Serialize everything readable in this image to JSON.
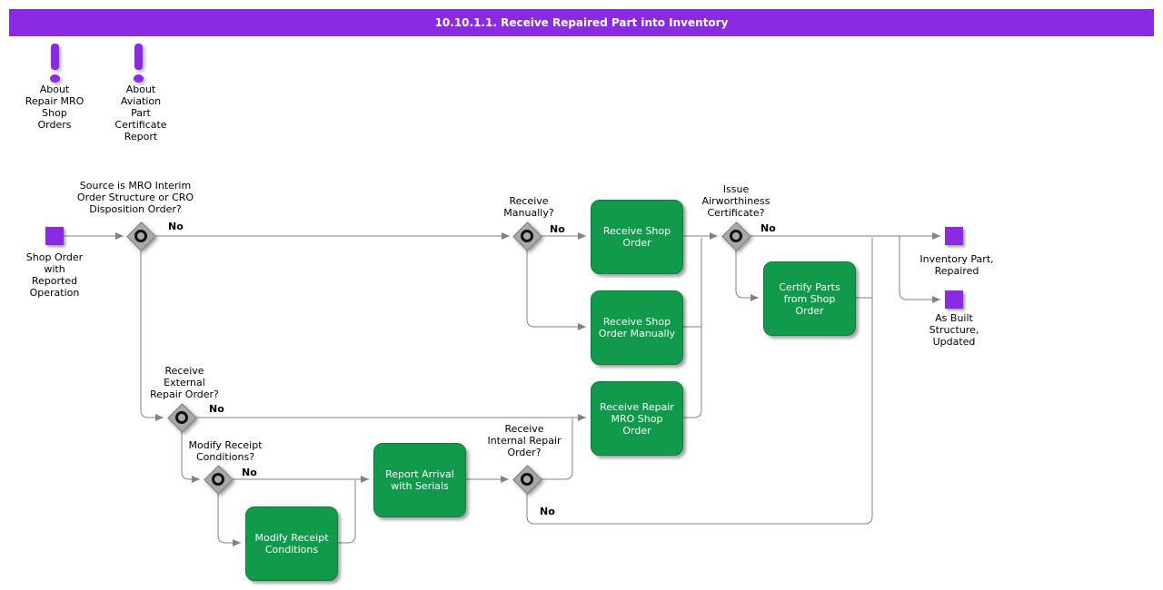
{
  "title": "10.10.1.1. Receive Repaired Part into Inventory",
  "colors": {
    "accent_purple": "#8a2be2",
    "task_green": "#119a4b",
    "diamond_gray": "#a8a8a8",
    "line_gray": "#828282",
    "task_text": "#ffffff",
    "title_text": "#ffffff"
  },
  "notes": [
    {
      "label": "About\nRepair MRO\nShop\nOrders"
    },
    {
      "label": "About\nAviation\nPart\nCertificate\nReport"
    }
  ],
  "events": {
    "start": {
      "label": "Shop Order\nwith\nReported\nOperation"
    },
    "end_inventory": {
      "label": "Inventory Part,\nRepaired"
    },
    "end_asbuilt": {
      "label": "As Built\nStructure,\nUpdated"
    }
  },
  "decisions": [
    {
      "question": "Source is MRO Interim\nOrder Structure or CRO\nDisposition Order?",
      "branch": "No"
    },
    {
      "question": "Receive\nManually?",
      "branch": "No"
    },
    {
      "question": "Issue\nAirworthiness\nCertificate?",
      "branch": "No"
    },
    {
      "question": "Receive\nExternal\nRepair Order?",
      "branch": "No"
    },
    {
      "question": "Modify Receipt\nConditions?",
      "branch": "No"
    },
    {
      "question": "Receive\nInternal Repair\nOrder?",
      "branch": "No"
    }
  ],
  "tasks": [
    {
      "label": "Receive Shop\nOrder"
    },
    {
      "label": "Receive Shop\nOrder Manually"
    },
    {
      "label": "Receive Repair\nMRO Shop\nOrder"
    },
    {
      "label": "Certify Parts\nfrom Shop\nOrder"
    },
    {
      "label": "Report Arrival\nwith Serials"
    },
    {
      "label": "Modify Receipt\nConditions"
    }
  ]
}
